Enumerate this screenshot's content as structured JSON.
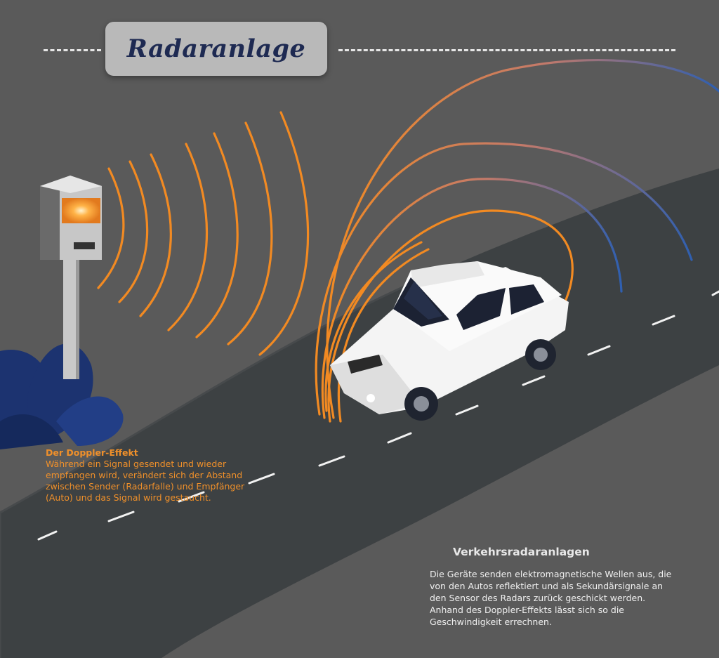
{
  "title": "Radaranlage",
  "doppler": {
    "heading": "Der Doppler-Effekt",
    "text": "Während ein Signal gesendet und wieder empfangen wird, verändert sich der Abstand zwischen Sender (Radarfalle) und Empfänger (Auto) und das Signal wird gestaucht."
  },
  "info": {
    "heading": "Verkehrsradaranlagen",
    "text": "Die Geräte senden elektromagnetische Wellen aus, die von den Autos reflektiert und als Sekundärsignale an den Sensor des Radars zurück geschickt werden. Anhand des Doppler-Effekts lässt sich so die Geschwindigkeit errechnen."
  },
  "colors": {
    "background": "#5a5a5a",
    "road": "#3d4143",
    "wave_orange": "#f28a22",
    "wave_blue": "#2f5fb0",
    "bush": "#1c3370",
    "title_text": "#1e2a52"
  },
  "icons": [
    "radar-camera",
    "car",
    "bush"
  ]
}
